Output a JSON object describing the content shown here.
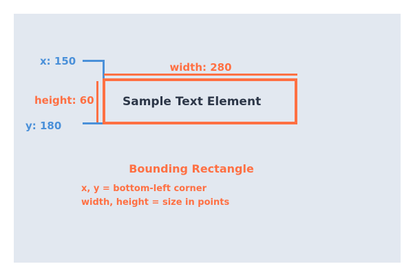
{
  "diagram": {
    "annotations": {
      "x_label": "x: 150",
      "y_label": "y: 180",
      "width_label": "width: 280",
      "height_label": "height: 60"
    },
    "element": {
      "text": "Sample Text Element"
    },
    "caption": {
      "title": "Bounding Rectangle",
      "line1": "x, y = bottom-left corner",
      "line2": "width, height = size in points"
    },
    "colors": {
      "background": "#E2E8F0",
      "orange": "#FF7043",
      "blue": "#4A90D9",
      "text_dark": "#2D3748"
    }
  }
}
